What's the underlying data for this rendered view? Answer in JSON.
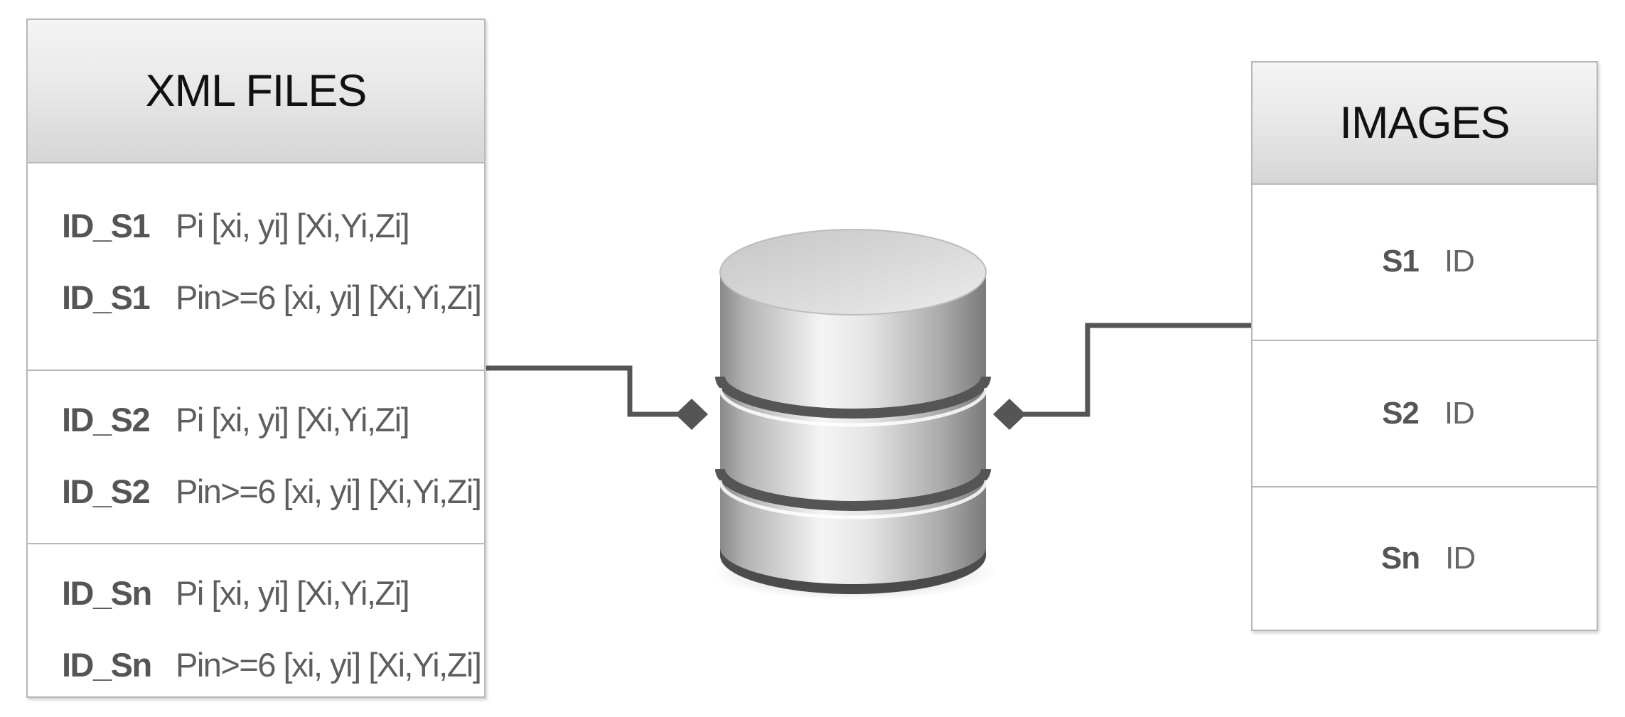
{
  "xml_box": {
    "title": "XML FILES",
    "sections": [
      {
        "rows": [
          {
            "id": "ID_S1",
            "text": "Pi [xi, yi] [Xi,Yi,Zi]"
          },
          {
            "id": "ID_S1",
            "text": "Pin>=6 [xi, yi] [Xi,Yi,Zi]"
          }
        ]
      },
      {
        "rows": [
          {
            "id": "ID_S2",
            "text": "Pi [xi, yi] [Xi,Yi,Zi]"
          },
          {
            "id": "ID_S2",
            "text": "Pin>=6 [xi, yi] [Xi,Yi,Zi]"
          }
        ]
      },
      {
        "rows": [
          {
            "id": "ID_Sn",
            "text": "Pi [xi, yi] [Xi,Yi,Zi]"
          },
          {
            "id": "ID_Sn",
            "text": "Pin>=6 [xi, yi] [Xi,Yi,Zi]"
          }
        ]
      }
    ]
  },
  "images_box": {
    "title": "IMAGES",
    "sections": [
      {
        "id": "S1",
        "text": "ID"
      },
      {
        "id": "S2",
        "text": "ID"
      },
      {
        "id": "Sn",
        "text": "ID"
      }
    ]
  },
  "database": {
    "icon": "database-icon"
  },
  "colors": {
    "border": "#b8b8b8",
    "connector": "#555555",
    "label_id": "#555555",
    "label_text": "#5e5e5e"
  }
}
